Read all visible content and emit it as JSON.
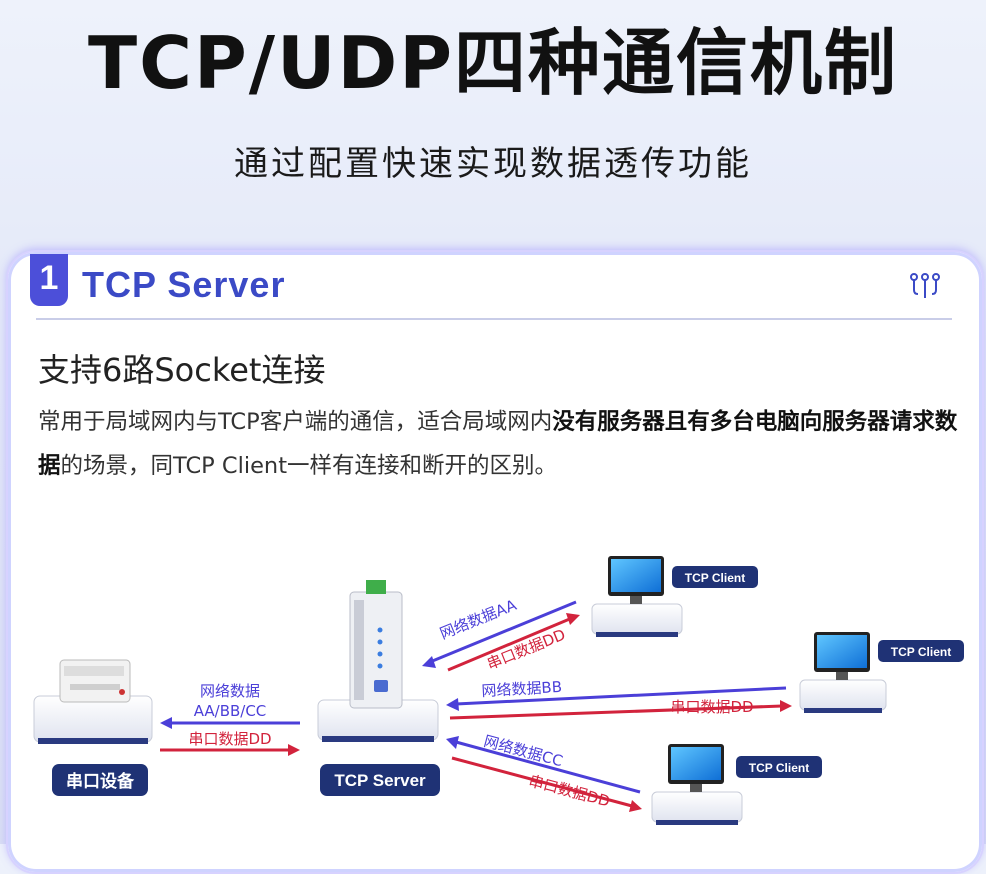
{
  "title": "TCP/UDP四种通信机制",
  "subtitle": "通过配置快速实现数据透传功能",
  "section": {
    "number": "1",
    "title": "TCP Server",
    "heading": "支持6路Socket连接",
    "desc_part1": "常用于局域网内与TCP客户端的通信，适合局域网内",
    "desc_bold1": "没有服务器且有多台电脑向服务器请求数据",
    "desc_part2": "的场景，同TCP Client一样有连接和断开的区别。"
  },
  "diagram": {
    "serial_device_label": "串口设备",
    "server_label": "TCP Server",
    "client_label": "TCP Client",
    "left_net_line1": "网络数据",
    "left_net_line2": "AA/BB/CC",
    "left_serial": "串口数据DD",
    "top_net": "网络数据AA",
    "top_serial": "串口数据DD",
    "mid_net": "网络数据BB",
    "mid_serial": "串口数据DD",
    "bot_net": "网络数据CC",
    "bot_serial": "串口数据DD",
    "colors": {
      "network": "#4b3fd8",
      "serial": "#d2233c",
      "pill": "#1f3275"
    }
  }
}
